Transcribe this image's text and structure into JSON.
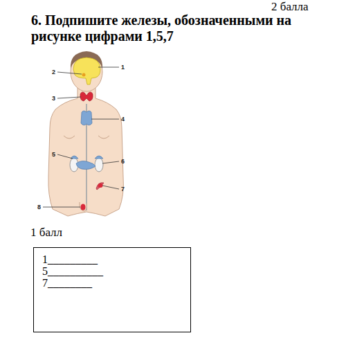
{
  "diagram": {
    "title": "6. Подпишите железы, обозначенными на рисунке цифрами 1,5,7",
    "nodes": [
      {
        "text": [
          "1_________",
          "5__________",
          "7________"
        ]
      }
    ],
    "labels": [
      "2 балла",
      "1",
      "2",
      "3",
      "4",
      "5",
      "6",
      "7",
      "8",
      "1 балл"
    ]
  }
}
